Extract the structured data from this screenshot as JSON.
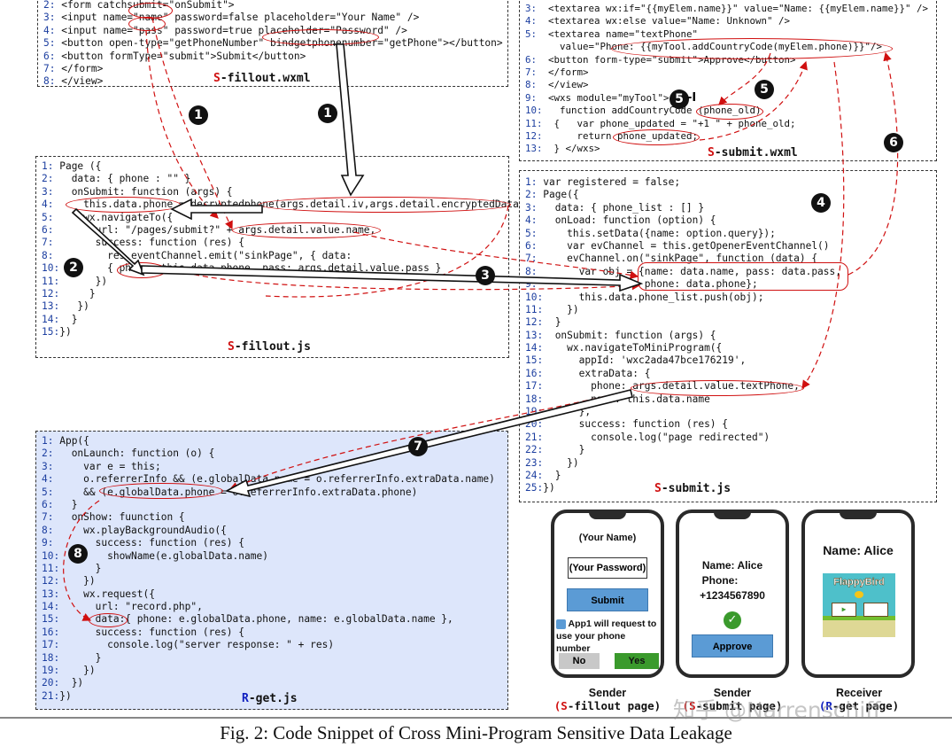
{
  "boxes": {
    "fillout_wxml": {
      "title_prefix": "S",
      "title_rest": "-fillout.wxml",
      "lines": [
        "2: <form catchsubmit=\"onSubmit\">",
        "3: <input name=\"name\" password=false placeholder=\"Your Name\" />",
        "4: <input name=\"pass\" password=true placeholder=\"Password\" />",
        "5: <button open-type=\"getPhoneNumber\" bindgetphonenumber=\"getPhone\"></button>",
        "6: <button formType=\"submit\">Submit</button>",
        "7: </form>",
        "8: </view>"
      ]
    },
    "submit_wxml": {
      "title_prefix": "S",
      "title_rest": "-submit.wxml",
      "lines": [
        "3:  <textarea wx:if=\"{{myElem.name}}\" value=\"Name: {{myElem.name}}\" />",
        "4:  <textarea wx:else value=\"Name: Unknown\" />",
        "5:  <textarea name=\"textPhone\"",
        "      value=\"Phone: {{myTool.addCountryCode(myElem.phone)}}\"/>",
        "6:  <button form-type=\"submit\">Approve</button>",
        "7:  </form>",
        "8:  </view>",
        "9:  <wxs module=\"myTool\">",
        "10:   function addCountryCode (phone_old)",
        "11:  {   var phone_updated = \"+1 \" + phone_old;",
        "12:      return phone_updated;",
        "13:  } </wxs>"
      ]
    },
    "fillout_js": {
      "title_prefix": "S",
      "title_rest": "-fillout.js",
      "lines": [
        "1: Page ({",
        "2:   data: { phone : \"\" }",
        "3:   onSubmit: function (args) {",
        "4:     this.data.phone = decryptedphone(args.detail.iv,args.detail.encryptedData)",
        "5:     wx.navigateTo({",
        "6:       url: \"/pages/submit?\" + args.detail.value.name,",
        "7:       success: function (res) {",
        "8:         res.eventChannel.emit(\"sinkPage\", { data:",
        "10:        { phone: this.data.phone, pass: args.detail.value.pass }",
        "11:      })",
        "12:     }",
        "13:   })",
        "14:  }",
        "15:})"
      ]
    },
    "submit_js": {
      "title_prefix": "S",
      "title_rest": "-submit.js",
      "lines": [
        "1: var registered = false;",
        "2: Page({",
        "3:   data: { phone_list : [] }",
        "4:   onLoad: function (option) {",
        "5:     this.setData({name: option.query});",
        "6:     var evChannel = this.getOpenerEventChannel()",
        "7:     evChannel.on(\"sinkPage\", function (data) {",
        "8:       var obj = {name: data.name, pass: data.pass,",
        "9:                  phone: data.phone};",
        "10:      this.data.phone_list.push(obj);",
        "11:    })",
        "12:  }",
        "13:  onSubmit: function (args) {",
        "14:    wx.navigateToMiniProgram({",
        "15:      appId: 'wxc2ada47bce176219',",
        "16:      extraData: {",
        "17:        phone: args.detail.value.textPhone,",
        "18:        name: this.data.name",
        "19:      },",
        "20:      success: function (res) {",
        "21:        console.log(\"page redirected\")",
        "22:      }",
        "23:    })",
        "24:  }",
        "25:})"
      ]
    },
    "get_js": {
      "title_prefix": "R",
      "title_rest": "-get.js",
      "lines": [
        "1: App({",
        "2:   onLaunch: function (o) {",
        "3:     var e = this;",
        "4:     o.referrerInfo && (e.globalData.name = o.referrerInfo.extraData.name)",
        "5:     && (e.globalData.phone = o.referrerInfo.extraData.phone)",
        "6:   }",
        "7:   onShow: fuunction {",
        "8:     wx.playBackgroundAudio({",
        "9:       success: function (res) {",
        "10:        showName(e.globalData.name)",
        "11:      }",
        "12:    })",
        "13:    wx.request({",
        "14:      url: \"record.php\",",
        "15:      data:{ phone: e.globalData.phone, name: e.globalData.name },",
        "16:      success: function (res) {",
        "17:        console.log(\"server response: \" + res)",
        "18:      }",
        "19:    })",
        "20:  })",
        "21:})"
      ]
    }
  },
  "steps": {
    "s1a": "1",
    "s1b": "1",
    "s2": "2",
    "s3": "3",
    "s4": "4",
    "s5": "5",
    "s5b": "5",
    "s5b_suffix": "-I",
    "s6": "6",
    "s7": "7",
    "s8": "8"
  },
  "phones": {
    "p1": {
      "name_placeholder": "(Your Name)",
      "password_placeholder": "(Your Password)",
      "submit_label": "Submit",
      "prompt": "App1 will request to use your phone number",
      "no_label": "No",
      "yes_label": "Yes",
      "caption_line1": "Sender",
      "caption_line2_prefix": "(S",
      "caption_line2_rest": "-fillout page)"
    },
    "p2": {
      "name_line": "Name: Alice",
      "phone_label": "Phone:",
      "phone_value": "+1234567890",
      "approve_label": "Approve",
      "caption_line1": "Sender",
      "caption_line2_prefix": "(S",
      "caption_line2_rest": "-submit page)"
    },
    "p3": {
      "name_line": "Name: Alice",
      "game_title": "FlappyBird",
      "caption_line1": "Receiver",
      "caption_line2_prefix": "(R",
      "caption_line2_rest": "-get page)"
    }
  },
  "caption": "Fig. 2: Code Snippet of Cross Mini-Program Sensitive Data Leakage",
  "watermark": "知乎 @Narrenschiff",
  "colors": {
    "keyword": "#e07a10",
    "string": "#b0208a",
    "line_number": "#1d3fa0",
    "flow_red": "#d01010",
    "receiver_bg": "#dde6fb",
    "button_blue": "#5b9bd5",
    "yes_green": "#3a9a2c",
    "title_red": "#d01010",
    "title_blue": "#1020c0"
  }
}
